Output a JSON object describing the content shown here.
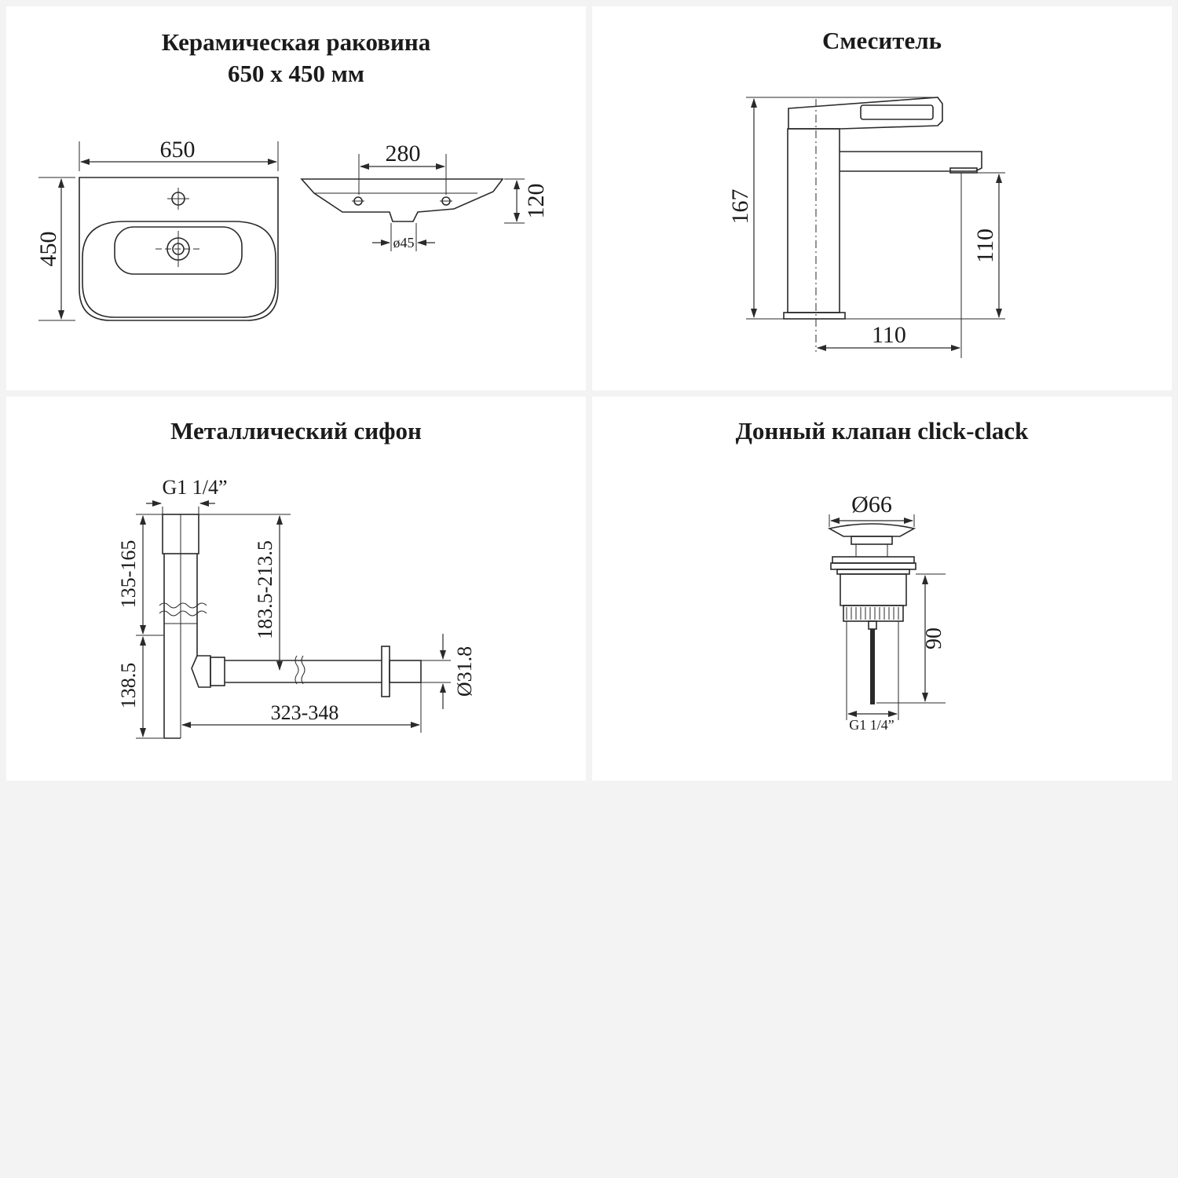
{
  "panels": {
    "sink": {
      "title_line1": "Керамическая раковина",
      "title_line2": "650 x 450 мм",
      "dims": {
        "width": "650",
        "depth": "450",
        "holes_spacing": "280",
        "height": "120",
        "drain": "ø45"
      }
    },
    "faucet": {
      "title": "Смеситель",
      "dims": {
        "height": "167",
        "spout_height": "110",
        "reach": "110"
      }
    },
    "siphon": {
      "title": "Металлический сифон",
      "dims": {
        "thread": "G1 1/4”",
        "upper": "135-165",
        "lower": "138.5",
        "outlet_height": "183.5-213.5",
        "length": "323-348",
        "diameter": "Ø31.8"
      }
    },
    "valve": {
      "title": "Донный клапан click-clack",
      "dims": {
        "cap": "Ø66",
        "height": "90",
        "thread": "G1 1/4”"
      }
    }
  },
  "colors": {
    "background": "#f3f3f3",
    "panel": "#ffffff",
    "line": "#2a2a2a"
  }
}
